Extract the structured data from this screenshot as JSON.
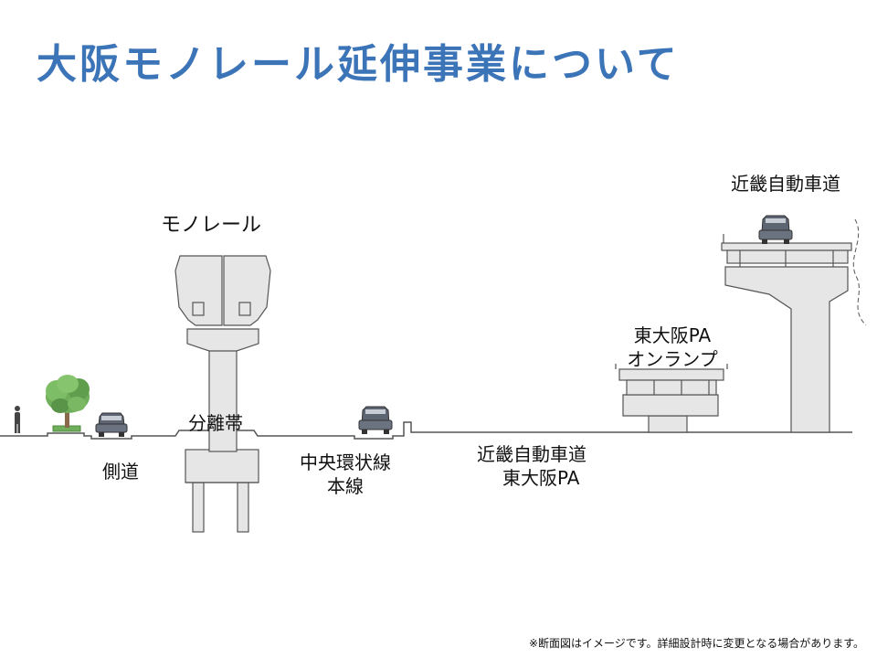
{
  "title": "大阪モノレール延伸事業について",
  "labels": {
    "monorail": "モノレール",
    "expressway": "近畿自動車道",
    "ramp_line1": "東大阪PA",
    "ramp_line2": "オンランプ",
    "median": "分離帯",
    "side_road": "側道",
    "chuo_line1": "中央環状線",
    "chuo_line2": "本線",
    "pa_line1": "近畿自動車道",
    "pa_line2": "東大阪PA"
  },
  "footnote": "※断面図はイメージです。詳細設計時に変更となる場合があります。",
  "colors": {
    "title": "#3c74b8",
    "structure_fill": "#e6e6e6",
    "structure_line": "#555555",
    "tree_green": "#6fae5a",
    "car_body": "#5d6472"
  }
}
